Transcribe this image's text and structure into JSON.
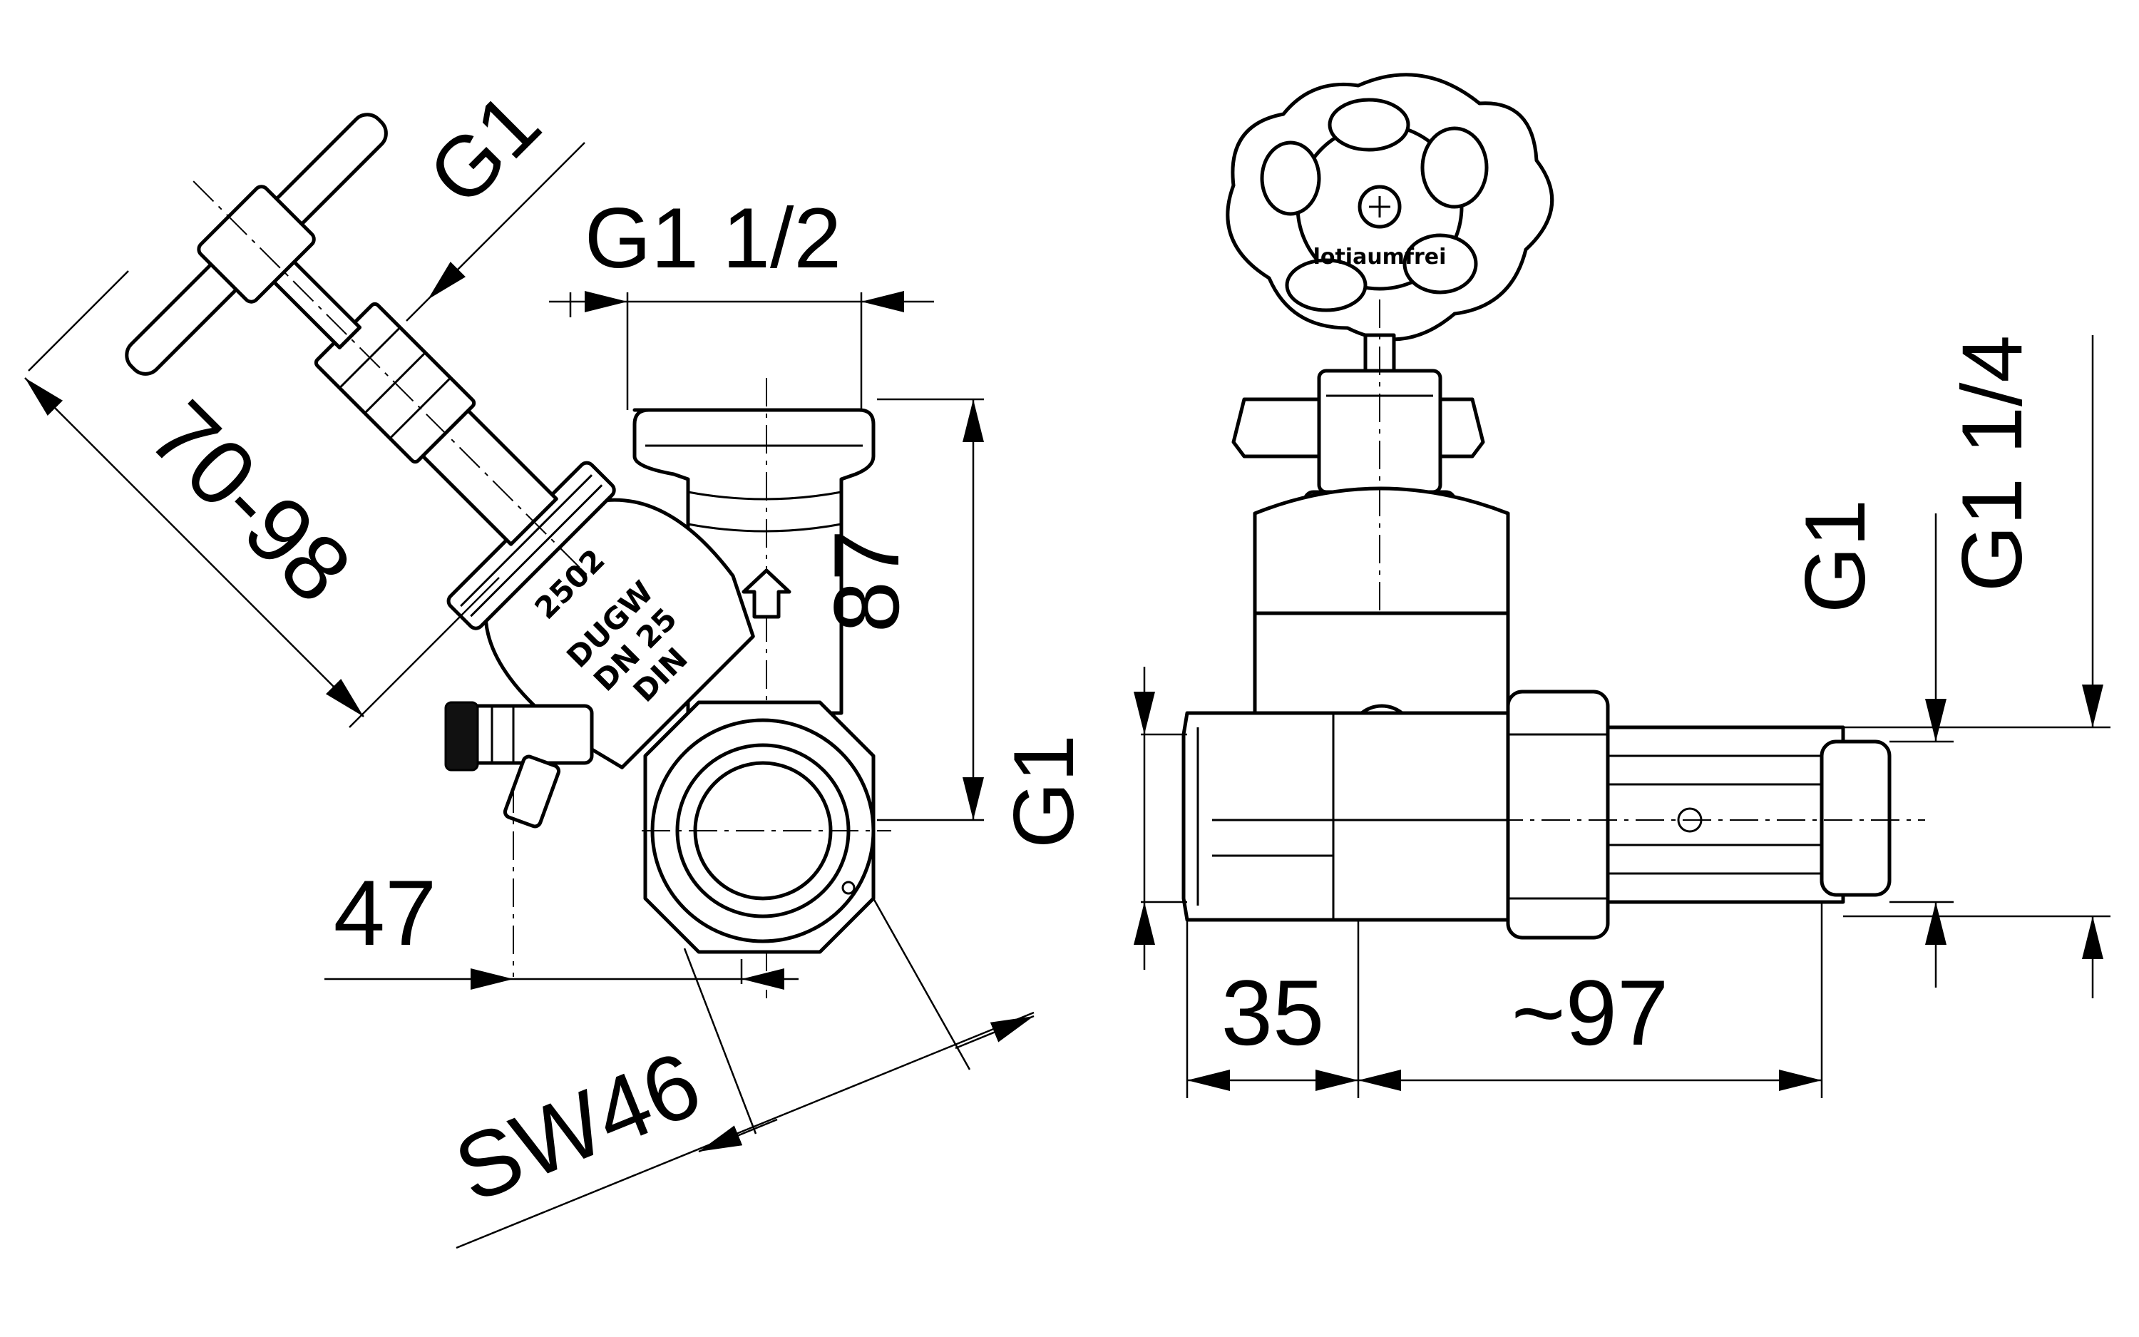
{
  "dimensions": {
    "left_view": {
      "g1": "G1",
      "g1_half": "G1 1/2",
      "height_87": "87",
      "stem_range": "70-98",
      "offset_47": "47",
      "wrench_size": "SW46"
    },
    "right_view": {
      "g1_inlet": "G1",
      "g1_outlet": "G1",
      "g1_quarter": "G1 1/4",
      "length_35": "35",
      "length_97": "~97"
    }
  },
  "markings": {
    "body_code": "2502",
    "body_approval": "DUGW",
    "body_size": "DN 25",
    "body_standard": "DIN",
    "handwheel_text": "lotiaumfrei"
  }
}
